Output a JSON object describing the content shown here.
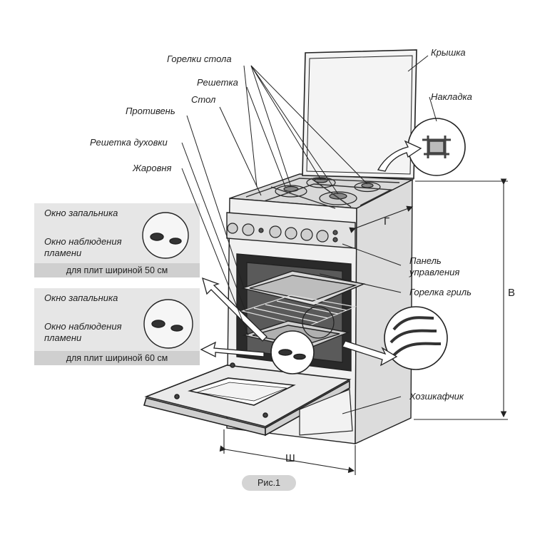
{
  "labels": {
    "burners": "Горелки стола",
    "lid": "Крышка",
    "grate": "Решетка",
    "table": "Стол",
    "overlay": "Накладка",
    "baking_tray": "Противень",
    "oven_rack": "Решетка духовки",
    "roasting_pan": "Жаровня",
    "control_panel_1": "Панель",
    "control_panel_2": "управления",
    "grill_burner": "Горелка гриль",
    "storage_drawer": "Хозшкафчик"
  },
  "dimensions": {
    "depth": "Г",
    "height": "В",
    "width": "Ш"
  },
  "inset_top": {
    "igniter_window": "Окно запальника",
    "flame_window_1": "Окно наблюдения",
    "flame_window_2": "пламени",
    "caption": "для плит шириной 50 см"
  },
  "inset_bottom": {
    "igniter_window": "Окно запальника",
    "flame_window_1": "Окно наблюдения",
    "flame_window_2": "пламени",
    "caption": "для плит шириной 60 см"
  },
  "figure_caption": "Рис.1"
}
